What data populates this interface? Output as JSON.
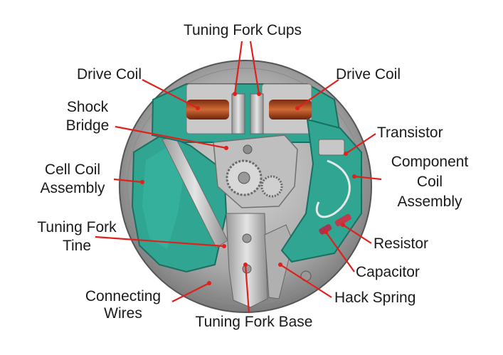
{
  "labels": {
    "tuning_fork_cups": "Tuning Fork Cups",
    "drive_coil_left": "Drive Coil",
    "drive_coil_right": "Drive Coil",
    "shock_bridge": [
      "Shock",
      "Bridge"
    ],
    "transistor": "Transistor",
    "cell_coil_assembly": [
      "Cell Coil",
      "Assembly"
    ],
    "component_coil_assembly": [
      "Component",
      "Coil",
      "Assembly"
    ],
    "tuning_fork_tine": [
      "Tuning Fork",
      "Tine"
    ],
    "resistor": "Resistor",
    "capacitor": "Capacitor",
    "connecting_wires": [
      "Connecting",
      "Wires"
    ],
    "hack_spring": "Hack Spring",
    "tuning_fork_base": "Tuning Fork Base"
  },
  "colors": {
    "leader_line": "#e0201c",
    "pcb_green": "#2fa592",
    "metal": "#b9b9b9",
    "copper_coil": "#b5562b"
  }
}
